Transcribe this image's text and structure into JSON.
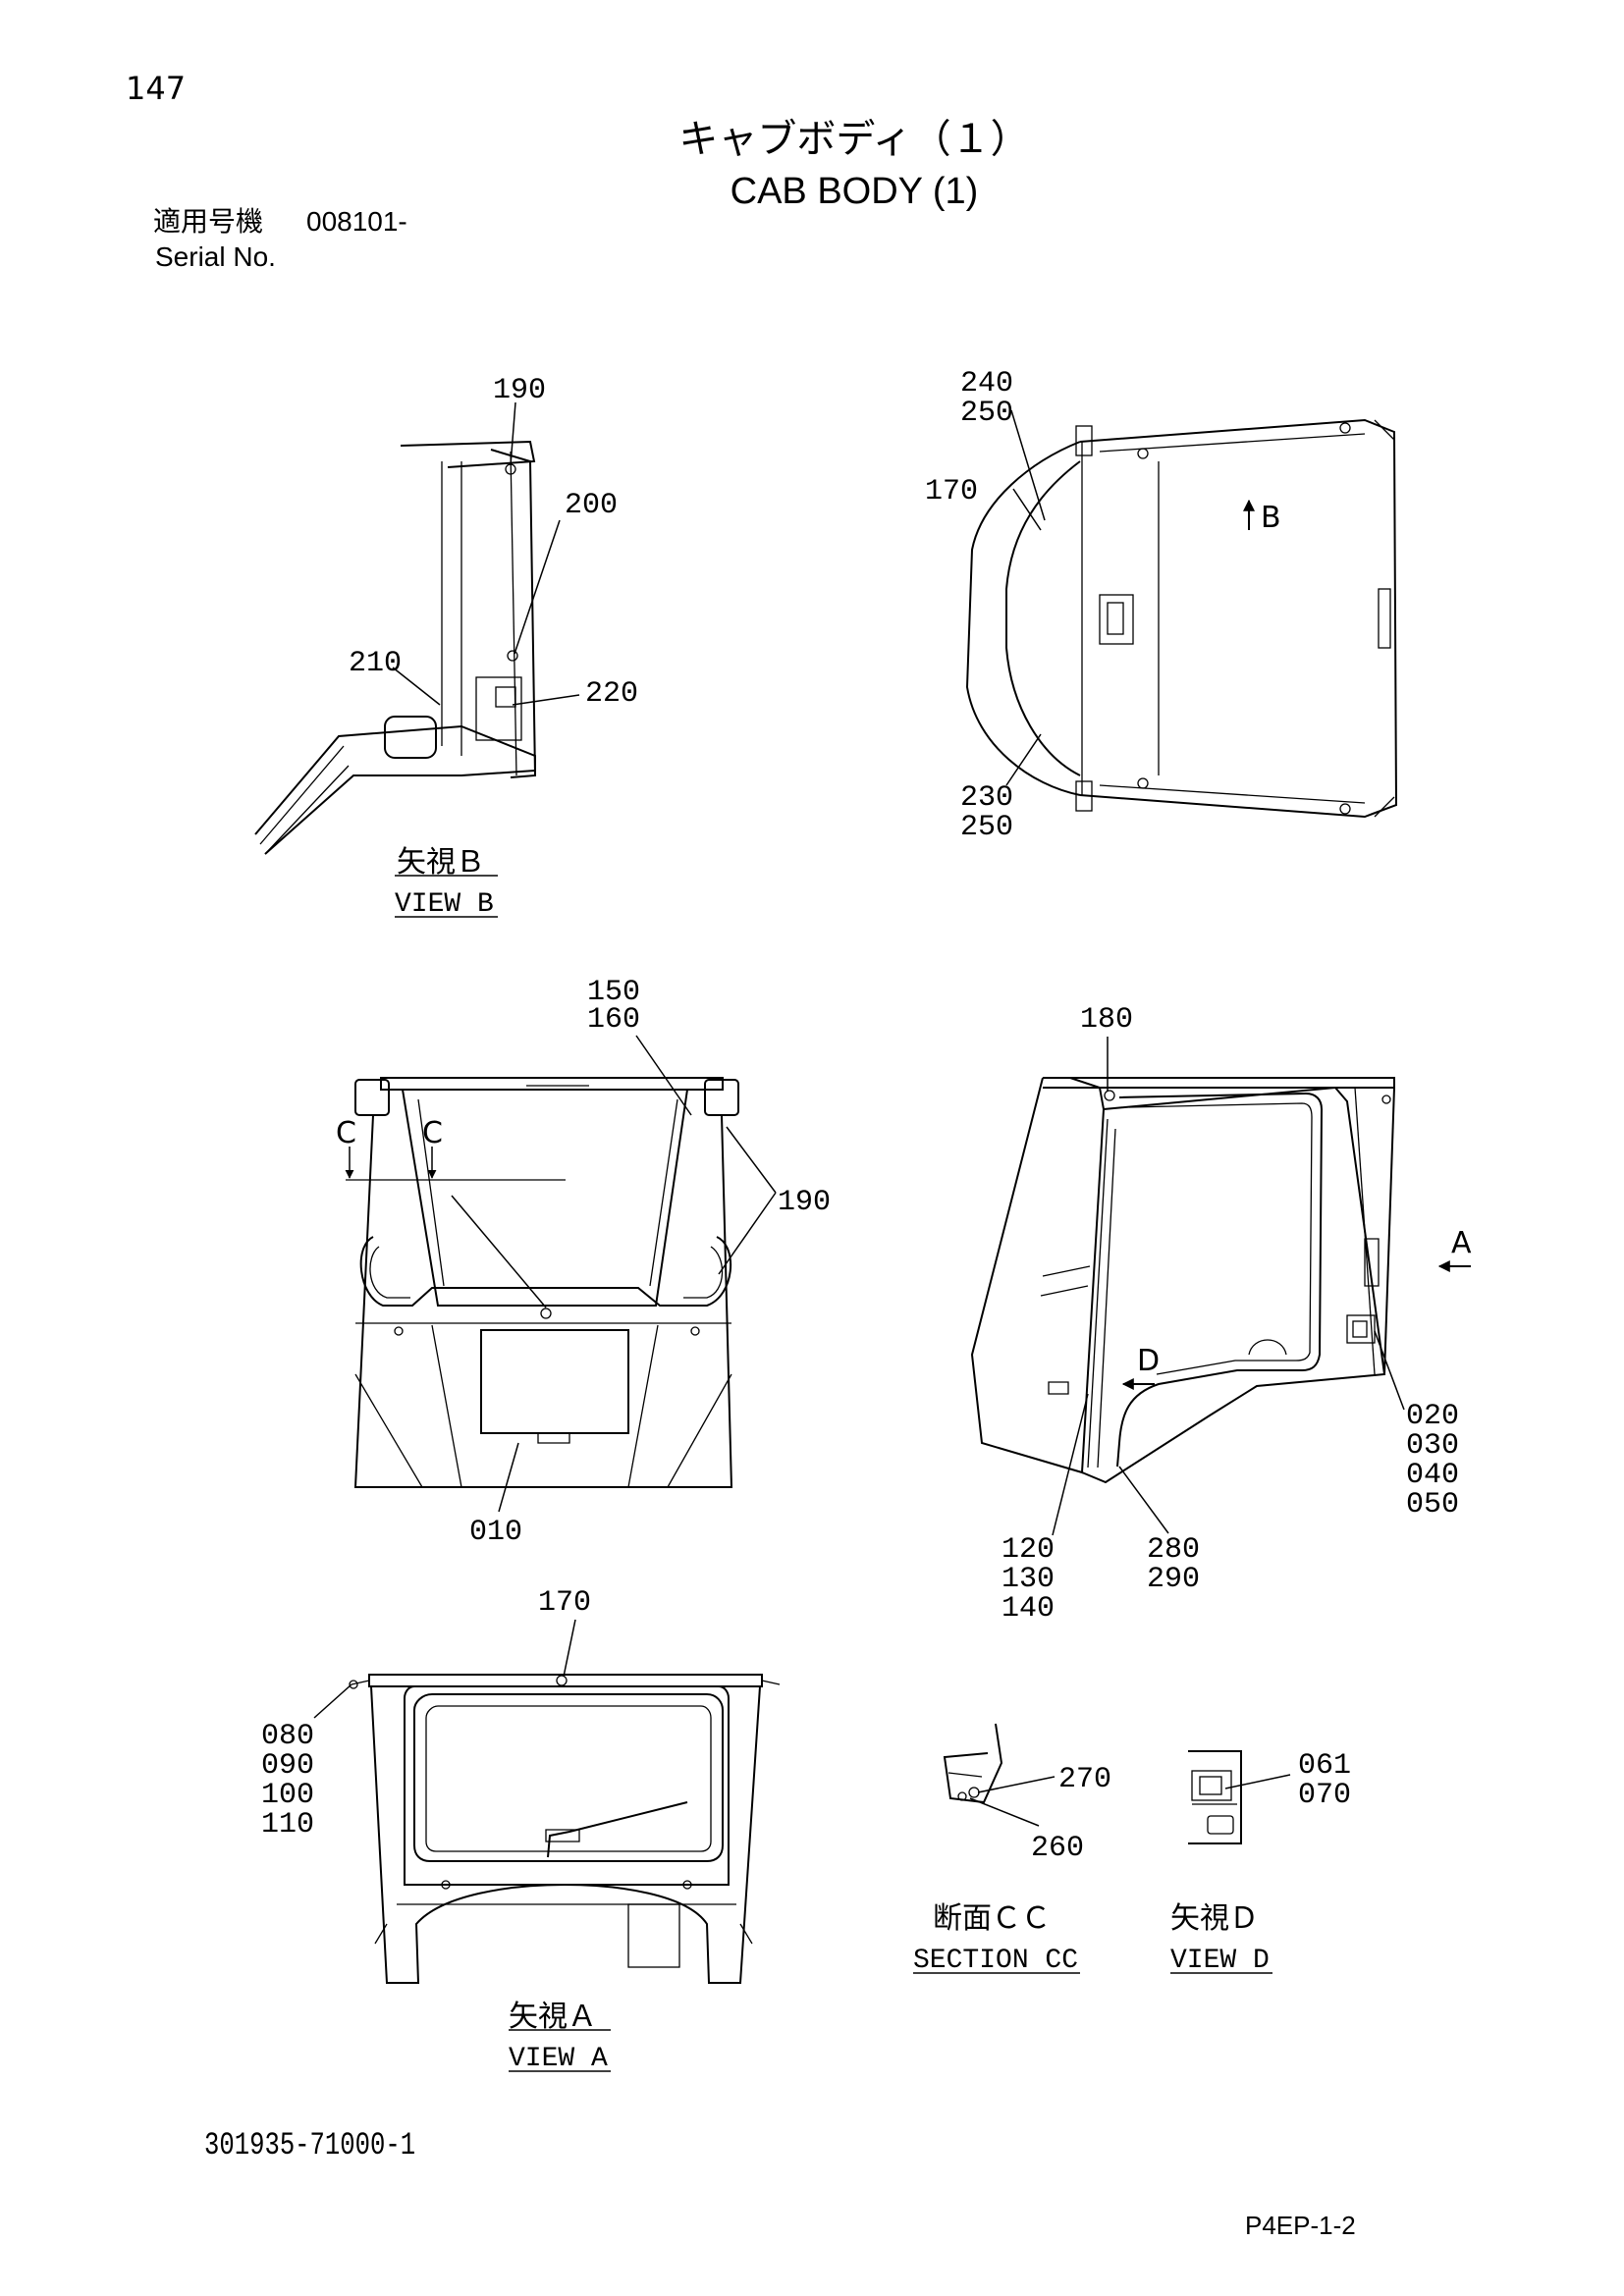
{
  "page_number": "147",
  "title_jp": "キャブボディ（１）",
  "title_en": "CAB BODY (1)",
  "serial": {
    "label_jp": "適用号機",
    "value": "008101-",
    "label_en": "Serial No."
  },
  "document_number": "301935-71000-1",
  "sheet_id": "P4EP-1-2",
  "views": {
    "view_b": {
      "caption_jp": "矢視Ｂ",
      "caption_en": "VIEW B",
      "callouts": {
        "c190": "190",
        "c200": "200",
        "c210": "210",
        "c220": "220"
      }
    },
    "top": {
      "arrow_label": "B",
      "callouts": {
        "c240": "240",
        "c250a": "250",
        "c170": "170",
        "c230": "230",
        "c250b": "250"
      }
    },
    "rear": {
      "section_mark": "C",
      "callouts": {
        "c150": "150",
        "c160": "160",
        "c190": "190",
        "c010": "010"
      }
    },
    "side": {
      "arrow_a": "A",
      "arrow_d": "D",
      "callouts": {
        "c180": "180",
        "c020": "020",
        "c030": "030",
        "c040": "040",
        "c050": "050",
        "c120": "120",
        "c130": "130",
        "c140": "140",
        "c280": "280",
        "c290": "290"
      }
    },
    "view_a": {
      "caption_jp": "矢視Ａ",
      "caption_en": "VIEW A",
      "callouts": {
        "c170": "170",
        "c080": "080",
        "c090": "090",
        "c100": "100",
        "c110": "110"
      }
    },
    "section_cc": {
      "caption_jp": "断面ＣＣ",
      "caption_en": "SECTION CC",
      "callouts": {
        "c270": "270",
        "c260": "260"
      }
    },
    "view_d": {
      "caption_jp": "矢視Ｄ",
      "caption_en": "VIEW D",
      "callouts": {
        "c061": "061",
        "c070": "070"
      }
    }
  }
}
